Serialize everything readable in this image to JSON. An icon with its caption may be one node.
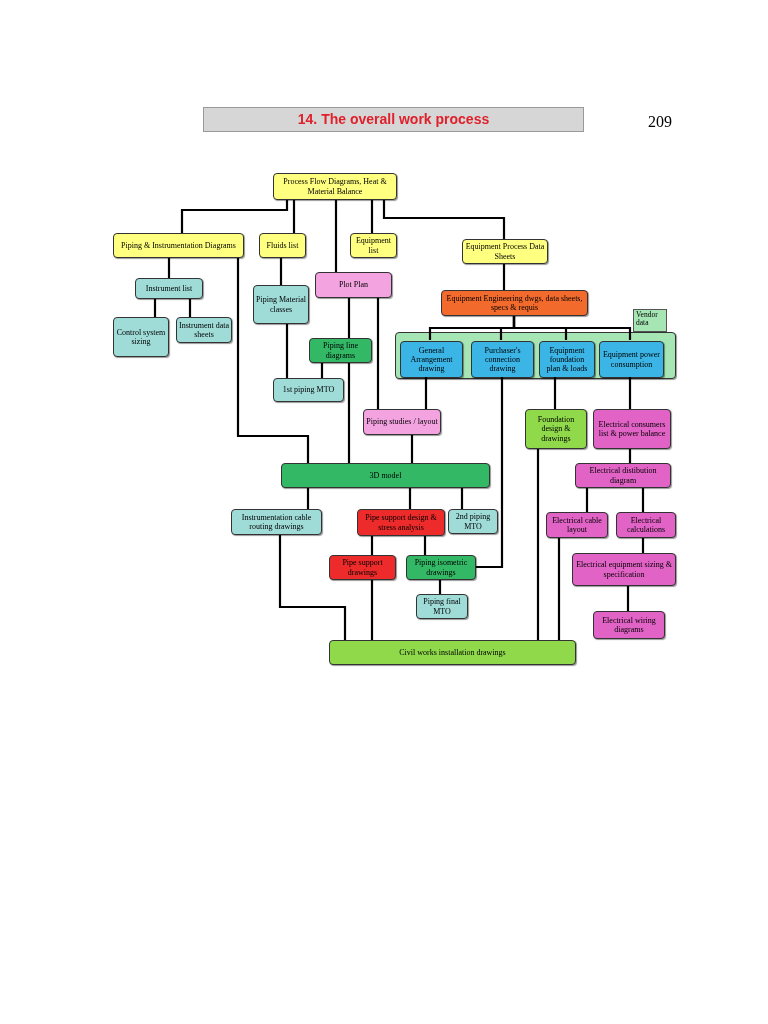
{
  "diagram": {
    "title": "14. The overall work process",
    "nodes": [
      {
        "text": [
          "Process Flow Diagrams, Heat & Material Balance"
        ]
      },
      {
        "text": [
          "Piping & Instrumentation Diagrams"
        ]
      },
      {
        "text": [
          "Fluids list"
        ]
      },
      {
        "text": [
          "Equipment list"
        ]
      },
      {
        "text": [
          "Equipment Process Data Sheets"
        ]
      },
      {
        "text": [
          "Instrument list"
        ]
      },
      {
        "text": [
          "Control system sizing"
        ]
      },
      {
        "text": [
          "Instrument data sheets"
        ]
      },
      {
        "text": [
          "Piping Material classes"
        ]
      },
      {
        "text": [
          "Plot Plan"
        ]
      },
      {
        "text": [
          "Equipment Engineering dwgs, data sheets, specs & requis"
        ]
      },
      {
        "text": [
          "Vendor data"
        ]
      },
      {
        "text": [
          "General Arrangement drawing"
        ],
        "in": 11
      },
      {
        "text": [
          "Purchaser's connection drawing"
        ],
        "in": 11
      },
      {
        "text": [
          "Equipment foundation plan & loads"
        ],
        "in": 11
      },
      {
        "text": [
          "Equipment power consumption"
        ],
        "in": 11
      },
      {
        "text": [
          "Piping line diagrams"
        ]
      },
      {
        "text": [
          "1st piping MTO"
        ]
      },
      {
        "text": [
          "Piping studies / layout"
        ]
      },
      {
        "text": [
          "Foundation design & drawings"
        ]
      },
      {
        "text": [
          "Electrical consumers list & power balance"
        ]
      },
      {
        "text": [
          "3D model"
        ]
      },
      {
        "text": [
          "Electrical distibution diagram"
        ]
      },
      {
        "text": [
          "Instrumentation cable routing drawings"
        ]
      },
      {
        "text": [
          "Pipe support design & stress analysis"
        ]
      },
      {
        "text": [
          "2nd piping MTO"
        ]
      },
      {
        "text": [
          "Electrical cable layout"
        ]
      },
      {
        "text": [
          "Electrical calculations"
        ]
      },
      {
        "text": [
          "Pipe support drawings"
        ]
      },
      {
        "text": [
          "Piping isometric drawings"
        ]
      },
      {
        "text": [
          "Electrical equipment sizing & specification"
        ]
      },
      {
        "text": [
          "Piping final MTO"
        ]
      },
      {
        "text": [
          "Electrical wiring diagrams"
        ]
      },
      {
        "text": [
          "Civil works installation drawings"
        ]
      }
    ],
    "edges": [
      {
        "from": 0,
        "to": 1,
        "arrow": "none"
      },
      {
        "from": 0,
        "to": 2,
        "arrow": "none"
      },
      {
        "from": 0,
        "to": 9,
        "arrow": "none"
      },
      {
        "from": 0,
        "to": 3,
        "arrow": "none"
      },
      {
        "from": 0,
        "to": 4,
        "arrow": "none"
      },
      {
        "from": 1,
        "to": 5,
        "arrow": "none"
      },
      {
        "from": 5,
        "to": 6,
        "arrow": "none"
      },
      {
        "from": 5,
        "to": 7,
        "arrow": "none"
      },
      {
        "from": 1,
        "to": 21,
        "arrow": "none"
      },
      {
        "from": 2,
        "to": 8,
        "arrow": "none"
      },
      {
        "from": 8,
        "to": 17,
        "arrow": "none"
      },
      {
        "from": 9,
        "to": 16,
        "arrow": "none"
      },
      {
        "from": 16,
        "to": 21,
        "arrow": "none"
      },
      {
        "from": 16,
        "to": 17,
        "arrow": "none"
      },
      {
        "from": 9,
        "to": 18,
        "arrow": "none"
      },
      {
        "from": 18,
        "to": 21,
        "arrow": "none"
      },
      {
        "from": 4,
        "to": 10,
        "arrow": "none"
      },
      {
        "from": 10,
        "to": 12,
        "arrow": "none"
      },
      {
        "from": 10,
        "to": 13,
        "arrow": "none"
      },
      {
        "from": 10,
        "to": 14,
        "arrow": "none"
      },
      {
        "from": 10,
        "to": 15,
        "arrow": "none"
      },
      {
        "from": 12,
        "to": 18,
        "arrow": "none"
      },
      {
        "from": 13,
        "to": 29,
        "arrow": "none"
      },
      {
        "from": 14,
        "to": 19,
        "arrow": "none"
      },
      {
        "from": 15,
        "to": 20,
        "arrow": "none"
      },
      {
        "from": 19,
        "to": 33,
        "arrow": "none"
      },
      {
        "from": 20,
        "to": 22,
        "arrow": "none"
      },
      {
        "from": 22,
        "to": 26,
        "arrow": "none"
      },
      {
        "from": 22,
        "to": 27,
        "arrow": "none"
      },
      {
        "from": 27,
        "to": 30,
        "arrow": "none"
      },
      {
        "from": 30,
        "to": 32,
        "arrow": "none"
      },
      {
        "from": 26,
        "to": 33,
        "arrow": "none"
      },
      {
        "from": 21,
        "to": 23,
        "arrow": "none"
      },
      {
        "from": 21,
        "to": 24,
        "arrow": "none"
      },
      {
        "from": 21,
        "to": 25,
        "arrow": "none"
      },
      {
        "from": 24,
        "to": 28,
        "arrow": "none"
      },
      {
        "from": 24,
        "to": 29,
        "arrow": "none"
      },
      {
        "from": 23,
        "to": 33,
        "arrow": "none"
      },
      {
        "from": 28,
        "to": 33,
        "arrow": "none"
      },
      {
        "from": 29,
        "to": 31,
        "arrow": "none"
      }
    ],
    "labels": [
      "209"
    ]
  }
}
